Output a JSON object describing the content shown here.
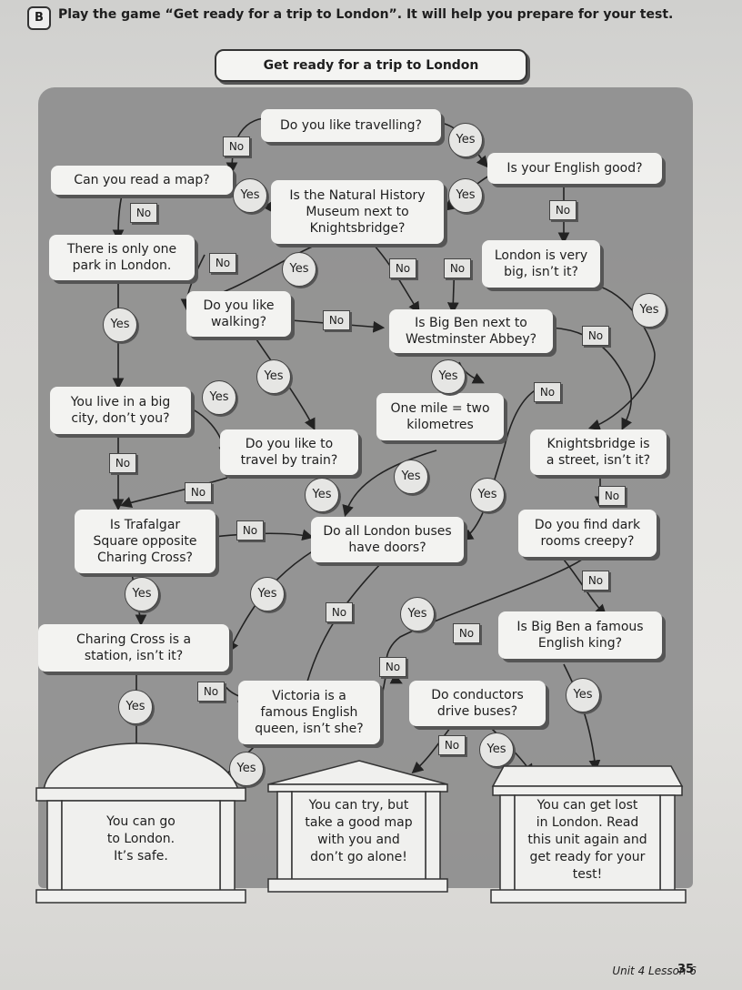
{
  "header": {
    "badge": "B",
    "instruction": "Play the game “Get ready for a trip to London”. It will help you prepare for your test."
  },
  "title": "Get ready for a trip to London",
  "questions": {
    "travelling": "Do you like travelling?",
    "english": "Is your English good?",
    "map": "Can you read a map?",
    "museum": "Is the Natural History\nMuseum next to\nKnightsbridge?",
    "park": "There is only one\npark in London.",
    "big": "London is very\nbig, isn’t it?",
    "walking": "Do you like\nwalking?",
    "bigben": "Is Big Ben next to\nWestminster Abbey?",
    "city": "You live in a big\ncity, don’t you?",
    "mile": "One mile = two\nkilometres",
    "train": "Do you like to\ntravel by train?",
    "knights": "Knightsbridge is\na street, isn’t it?",
    "trafalgar": "Is Trafalgar\nSquare opposite\nCharing Cross?",
    "buses": "Do all London buses\nhave doors?",
    "dark": "Do you find dark\nrooms creepy?",
    "charing": "Charing Cross is a\nstation, isn’t it?",
    "king": "Is Big Ben a famous\nEnglish king?",
    "victoria": "Victoria is a\nfamous English\nqueen, isn’t she?",
    "conductors": "Do conductors\ndrive buses?"
  },
  "endings": {
    "safe": "You can go\nto London.\nIt’s safe.",
    "try": "You can try, but\ntake a good map\nwith you and\ndon’t go alone!",
    "lost": "You can get lost\nin London. Read\nthis unit again and\nget ready for your\ntest!"
  },
  "labels": {
    "yes": "Yes",
    "no": "No"
  },
  "footer": {
    "unit": "Unit 4  Lesson 6",
    "page": "35"
  }
}
